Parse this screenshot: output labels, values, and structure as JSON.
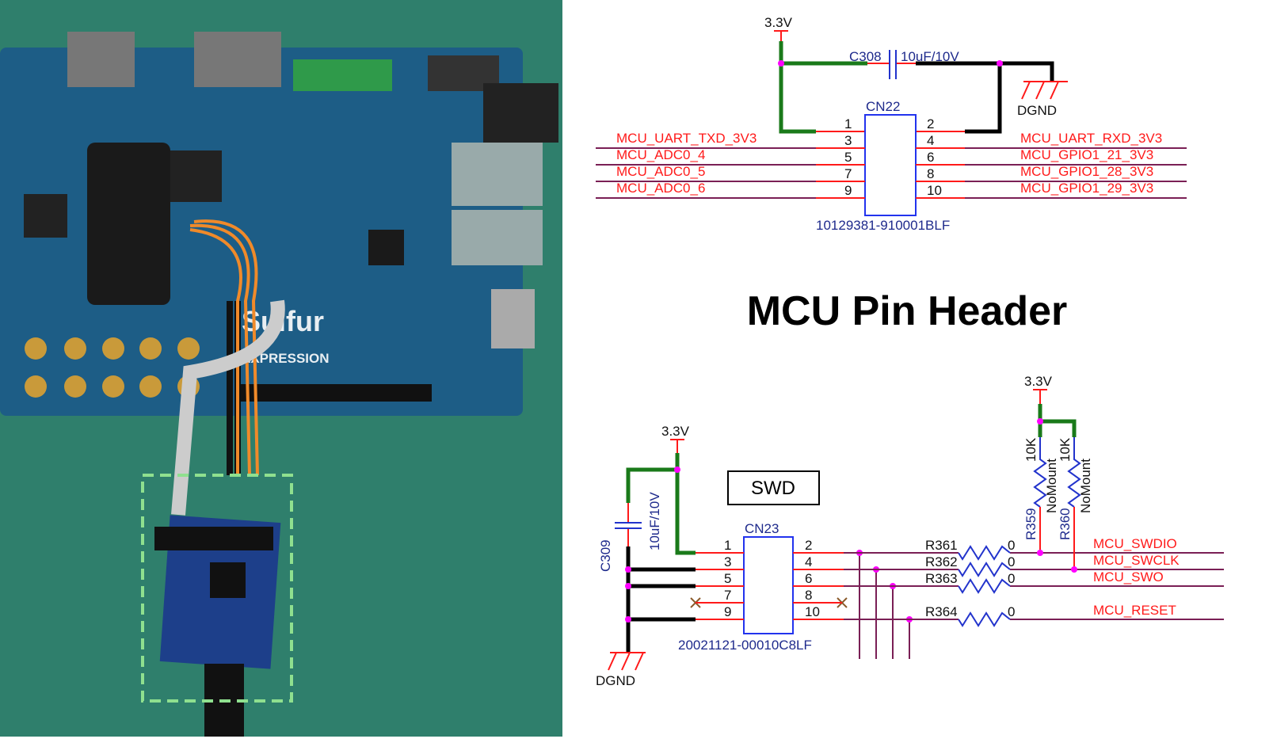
{
  "photo": {
    "board_brand": "Sulfur",
    "board_sub": "EXPRESSION",
    "highlight_color": "#8fe08f"
  },
  "title": "MCU Pin Header",
  "cn22": {
    "ref": "CN22",
    "part": "10129381-910001BLF",
    "power": "3.3V",
    "ground": "DGND",
    "cap_ref": "C308",
    "cap_value": "10uF/10V",
    "pins_left": [
      "1",
      "3",
      "5",
      "7",
      "9"
    ],
    "pins_right": [
      "2",
      "4",
      "6",
      "8",
      "10"
    ],
    "nets_left": [
      "MCU_UART_TXD_3V3",
      "MCU_ADC0_4",
      "MCU_ADC0_5",
      "MCU_ADC0_6"
    ],
    "nets_right": [
      "MCU_UART_RXD_3V3",
      "MCU_GPIO1_21_3V3",
      "MCU_GPIO1_28_3V3",
      "MCU_GPIO1_29_3V3"
    ]
  },
  "cn23": {
    "ref": "CN23",
    "part": "20021121-00010C8LF",
    "box_label": "SWD",
    "power": "3.3V",
    "power2": "3.3V",
    "ground": "DGND",
    "cap_ref": "C309",
    "cap_value": "10uF/10V",
    "pins_left": [
      "1",
      "3",
      "5",
      "7",
      "9"
    ],
    "pins_right": [
      "2",
      "4",
      "6",
      "8",
      "10"
    ],
    "series_resistors": [
      {
        "ref": "R361",
        "value": "0",
        "net": "MCU_SWDIO"
      },
      {
        "ref": "R362",
        "value": "0",
        "net": "MCU_SWCLK"
      },
      {
        "ref": "R363",
        "value": "0",
        "net": "MCU_SWO"
      },
      {
        "ref": "R364",
        "value": "0",
        "net": "MCU_RESET"
      }
    ],
    "pullups": [
      {
        "ref": "R359",
        "value": "10K",
        "note": "NoMount"
      },
      {
        "ref": "R360",
        "value": "10K",
        "note": "NoMount"
      }
    ]
  }
}
